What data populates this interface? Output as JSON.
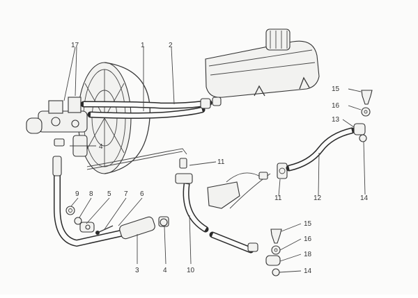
{
  "callouts": {
    "c17": "17",
    "c1": "1",
    "c2": "2",
    "c4a": "4",
    "c11a": "11",
    "c15a": "15",
    "c16a": "16",
    "c13": "13",
    "c14a": "14",
    "c12": "12",
    "c11b": "11",
    "c9": "9",
    "c8": "8",
    "c5": "5",
    "c7": "7",
    "c6": "6",
    "c3": "3",
    "c4b": "4",
    "c10": "10",
    "c15b": "15",
    "c16b": "16",
    "c18": "18",
    "c14b": "14"
  }
}
